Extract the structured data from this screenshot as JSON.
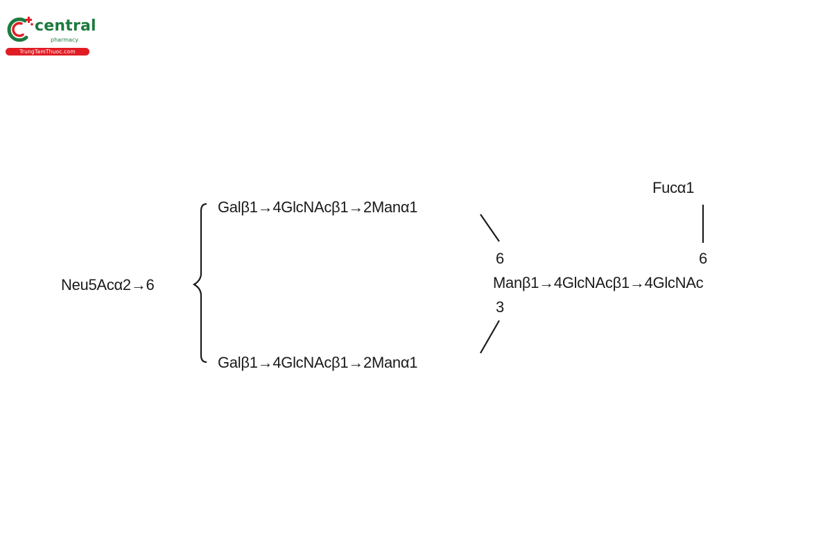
{
  "logo": {
    "name": "central",
    "subtitle": "pharmacy",
    "site": "TrungTamThuoc.com",
    "brand_color": "#1d7a3e",
    "accent_color": "#e11c24"
  },
  "diagram": {
    "sialic": "Neu5Acα2→6",
    "upper_branch": "Galβ1→4GlcNAcβ1→2Manα1",
    "lower_branch": "Galβ1→4GlcNAcβ1→2Manα1",
    "core": "Manβ1→4GlcNAcβ1→4GlcNAc",
    "core_link_6": "6",
    "core_link_3": "3",
    "fucose": "Fucα1",
    "fucose_link": "6"
  }
}
